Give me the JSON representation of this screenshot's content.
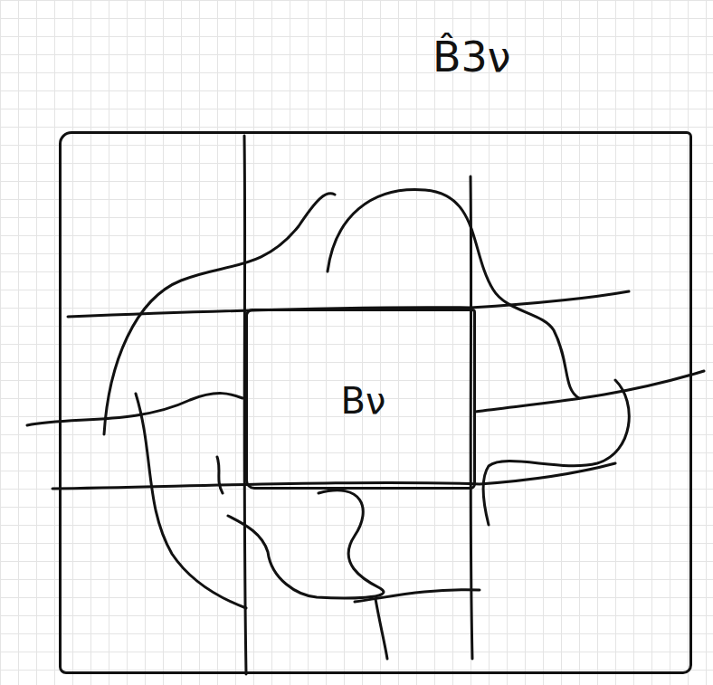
{
  "diagram": {
    "nodes": [
      {
        "text": [
          "B̂3ν"
        ]
      },
      {
        "text": [
          "Bν"
        ],
        "in": 0
      }
    ]
  }
}
